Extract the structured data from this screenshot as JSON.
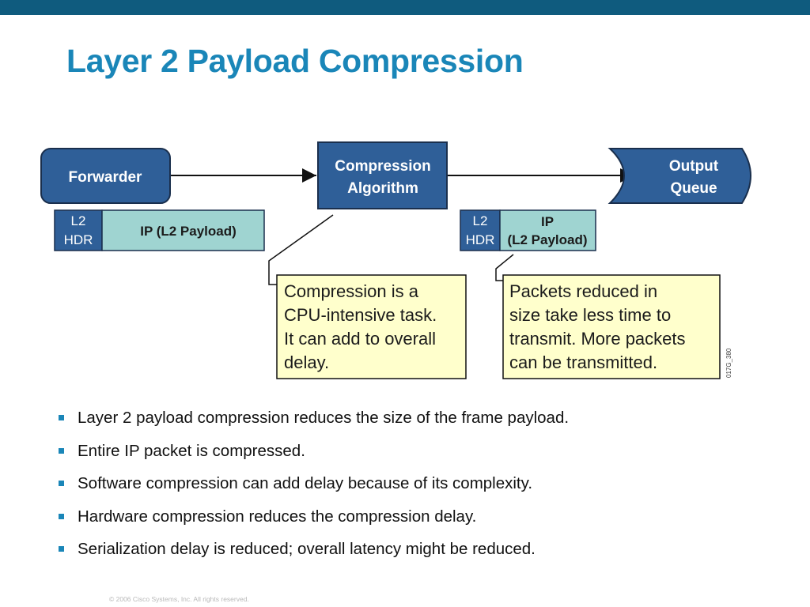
{
  "title": "Layer 2 Payload Compression",
  "diagram": {
    "forwarder": "Forwarder",
    "compression": [
      "Compression",
      "Algorithm"
    ],
    "output": [
      "Output",
      "Queue"
    ],
    "packet_left": {
      "hdr": [
        "L2",
        "HDR"
      ],
      "payload": "IP (L2 Payload)"
    },
    "packet_right": {
      "hdr": [
        "L2",
        "HDR"
      ],
      "payload": [
        "IP",
        "(L2 Payload)"
      ]
    },
    "note_left": [
      "Compression is a",
      "CPU-intensive task.",
      "It can add to overall",
      "delay."
    ],
    "note_right": [
      "Packets reduced in",
      "size take less time to",
      "transmit. More packets",
      "can be transmitted."
    ],
    "figure_id": "017G_380"
  },
  "bullets": [
    "Layer 2 payload compression reduces the size of the frame payload.",
    "Entire IP packet is compressed.",
    "Software compression can add delay because of its complexity.",
    "Hardware compression reduces the compression delay.",
    "Serialization delay is reduced; overall latency might be reduced."
  ],
  "footer": "© 2006 Cisco Systems, Inc. All rights reserved.",
  "colors": {
    "title": "#1a86b8",
    "top_bar": "#0f5b7e",
    "node_fill": "#2f5f98",
    "payload_fill": "#9fd4d1",
    "note_fill": "#ffffcc",
    "bullet": "#1a86b8"
  }
}
